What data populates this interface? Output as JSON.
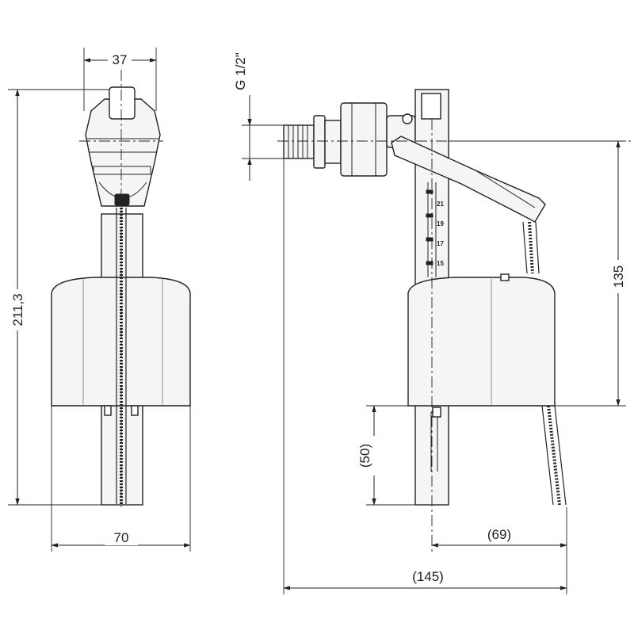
{
  "dimensions": {
    "width_top": "37",
    "height_total": "211,3",
    "width_bottom": "70",
    "thread": "G 1/2\"",
    "height_135": "135",
    "height_50": "(50)",
    "width_69": "(69)",
    "width_145": "(145)"
  },
  "scale_marks": [
    "21",
    "19",
    "17",
    "15"
  ],
  "colors": {
    "line": "#222222",
    "background": "#ffffff",
    "part_fill": "#f5f5f5"
  }
}
